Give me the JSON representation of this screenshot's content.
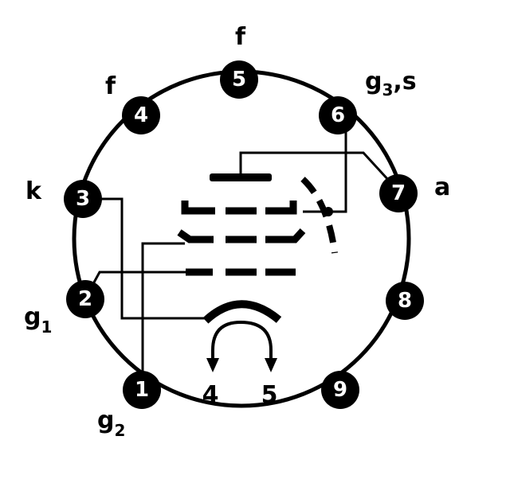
{
  "title": "Valve base pinout (pentode, B9A)",
  "pins": [
    {
      "num": "1",
      "label": "g",
      "sub": "2"
    },
    {
      "num": "2",
      "label": "g",
      "sub": "1"
    },
    {
      "num": "3",
      "label": "k",
      "sub": ""
    },
    {
      "num": "4",
      "label": "f",
      "sub": ""
    },
    {
      "num": "5",
      "label": "f",
      "sub": ""
    },
    {
      "num": "6",
      "label": "g",
      "sub": "3",
      "suffix": ",s"
    },
    {
      "num": "7",
      "label": "a",
      "sub": ""
    },
    {
      "num": "8",
      "label": "",
      "sub": ""
    },
    {
      "num": "9",
      "label": "",
      "sub": ""
    }
  ],
  "heater_labels": [
    "4",
    "5"
  ],
  "colors": {
    "ink": "#000000",
    "background": "#ffffff"
  }
}
